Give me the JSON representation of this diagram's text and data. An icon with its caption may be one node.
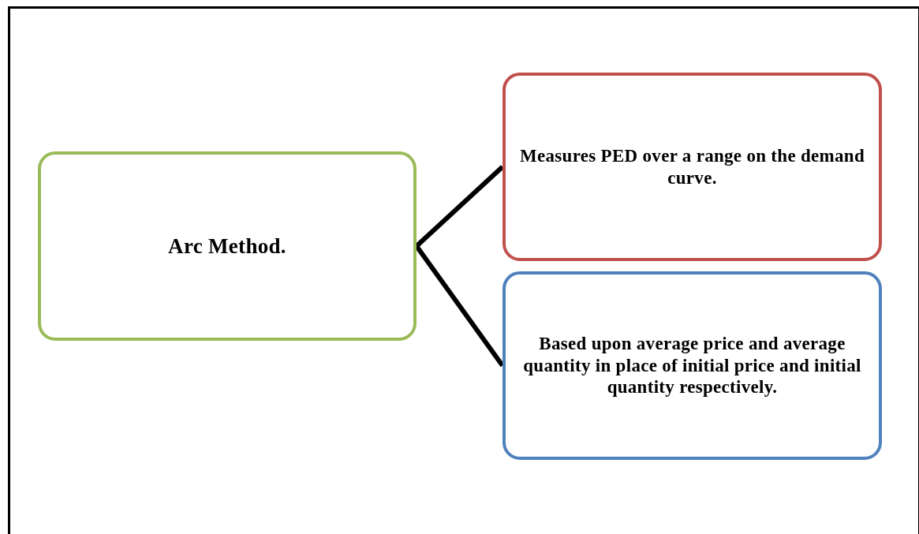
{
  "diagram": {
    "nodes": [
      {
        "text": [
          "Arc Method."
        ]
      },
      {
        "text": [
          "Measures PED over a range on the demand curve."
        ]
      },
      {
        "text": [
          "Based upon average price and average quantity in place of initial price and initial quantity respectively."
        ]
      }
    ],
    "edges": [
      {
        "from": 0,
        "to": 1,
        "arrow": "none"
      },
      {
        "from": 0,
        "to": 2,
        "arrow": "none"
      }
    ]
  }
}
